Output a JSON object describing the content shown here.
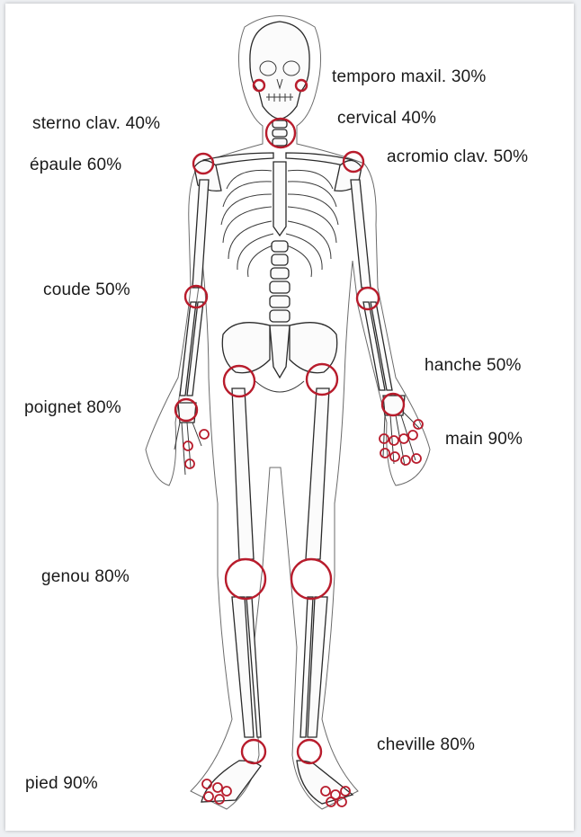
{
  "labels": {
    "temporo": "temporo maxil. 30%",
    "cervical": "cervical 40%",
    "sterno": "sterno clav. 40%",
    "epaule": "épaule 60%",
    "acromio": "acromio clav. 50%",
    "coude": "coude 50%",
    "hanche": "hanche 50%",
    "poignet": "poignet 80%",
    "main": "main 90%",
    "genou": "genou 80%",
    "cheville": "cheville 80%",
    "pied": "pied 90%"
  },
  "colors": {
    "joint_ring": "#b81c2c",
    "text": "#1a1a1a"
  }
}
